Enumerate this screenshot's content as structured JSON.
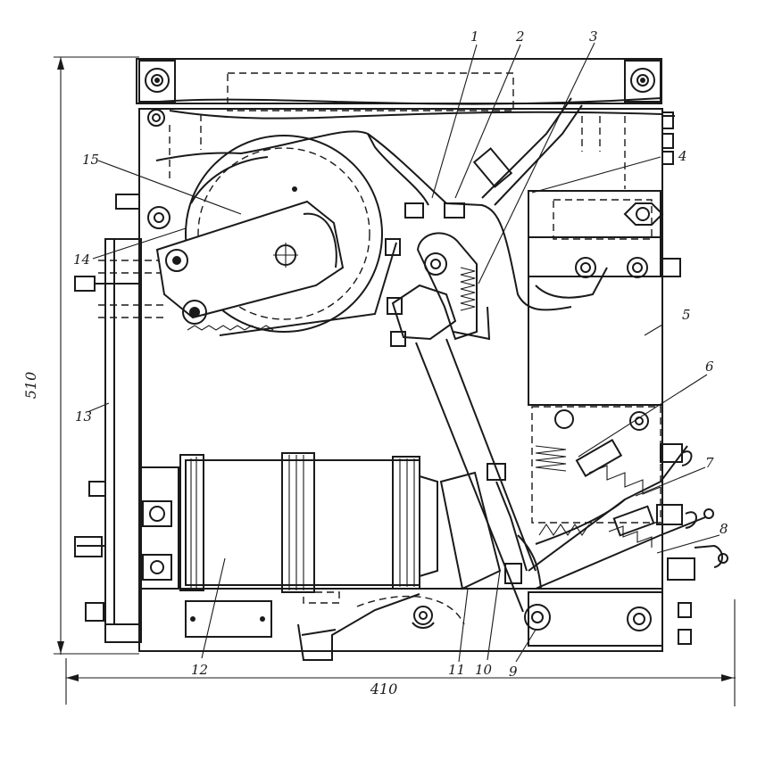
{
  "dimensions": {
    "height": "510",
    "width": "410"
  },
  "callouts": [
    {
      "id": "c1",
      "text": "1"
    },
    {
      "id": "c2",
      "text": "2"
    },
    {
      "id": "c3",
      "text": "3"
    },
    {
      "id": "c4",
      "text": "4"
    },
    {
      "id": "c5",
      "text": "5"
    },
    {
      "id": "c6",
      "text": "6"
    },
    {
      "id": "c7",
      "text": "7"
    },
    {
      "id": "c8",
      "text": "8"
    },
    {
      "id": "c9",
      "text": "9"
    },
    {
      "id": "c10",
      "text": "10"
    },
    {
      "id": "c11",
      "text": "11"
    },
    {
      "id": "c12",
      "text": "12"
    },
    {
      "id": "c13",
      "text": "13"
    },
    {
      "id": "c14",
      "text": "14"
    },
    {
      "id": "c15",
      "text": "15"
    }
  ],
  "colors": {
    "ink": "#1a1a1a",
    "paper": "#ffffff"
  }
}
